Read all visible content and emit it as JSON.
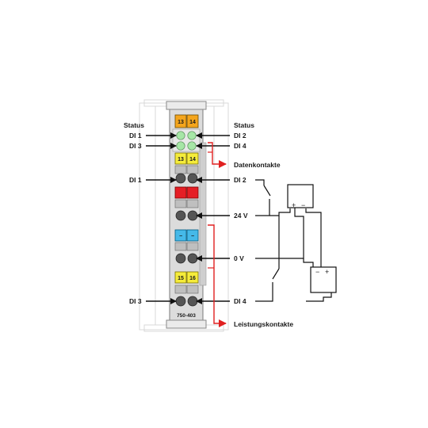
{
  "left_labels": {
    "status": "Status",
    "di1_led": "DI 1",
    "di3_led": "DI 3",
    "di1_terminal": "DI 1",
    "di3_terminal": "DI 3"
  },
  "right_labels": {
    "status": "Status",
    "di2_led": "DI 2",
    "di4_led": "DI 4",
    "di2_terminal": "DI 2",
    "v24": "24 V",
    "v0": "0 V",
    "di4_terminal": "DI 4"
  },
  "callouts": {
    "data_contacts": "Datenkontakte",
    "power_contacts": "Leistungskontakte"
  },
  "module": {
    "top_tab_left": "13",
    "top_tab_right": "14",
    "tab1_left": "13",
    "tab1_right": "14",
    "tab_minus_left": "−",
    "tab_minus_right": "−",
    "tab4_left": "15",
    "tab4_right": "16",
    "part_number": "750-403"
  },
  "batteries": {
    "upper_plus": "+",
    "upper_minus": "−",
    "lower_minus": "−",
    "lower_plus": "+"
  },
  "colors": {
    "housing": "#dcdcdc",
    "orange_tab": "#f4a51c",
    "yellow_tab": "#f5ec3a",
    "red_tab": "#e51e25",
    "blue_tab": "#45b9e8",
    "led_green": "#a6e6a6",
    "callout_red": "#e02020"
  }
}
